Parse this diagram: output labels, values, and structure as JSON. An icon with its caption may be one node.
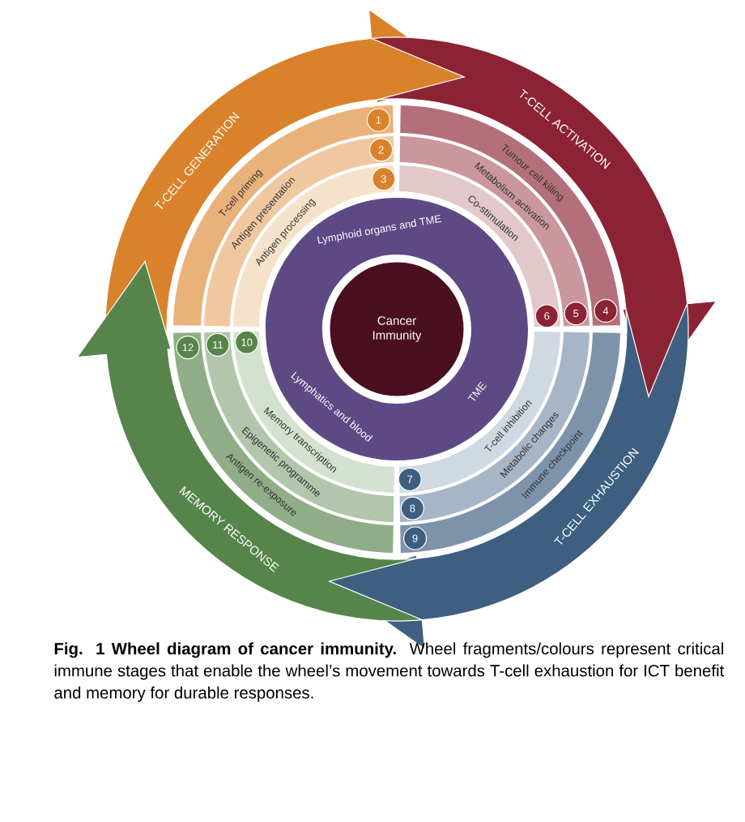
{
  "diagram": {
    "caption": "**Fig. 1  Wheel diagram of cancer immunity.** Wheel fragments/colours represent critical immune stages that enable the wheel’s movement towards T-cell exhaustion for ICT benefit and memory for durable responses.",
    "nodes": [
      {
        "text": [
          "Lymphoid organs and TME",
          "Lymphatics and blood",
          "TME"
        ]
      },
      {
        "text": [
          "Cancer Immunity"
        ],
        "in": 0
      },
      {
        "text": [
          "T-CELL GENERATION"
        ]
      },
      {
        "text": [
          "1",
          "T-cell priming"
        ]
      },
      {
        "text": [
          "2",
          "Antigen presentation"
        ]
      },
      {
        "text": [
          "3",
          "Antigen processing"
        ]
      },
      {
        "text": [
          "T-CELL ACTIVATION"
        ]
      },
      {
        "text": [
          "4",
          "Tumour cell killing"
        ]
      },
      {
        "text": [
          "5",
          "Metabolism activation"
        ]
      },
      {
        "text": [
          "6",
          "Co-stimulation"
        ]
      },
      {
        "text": [
          "T-CELL EXHAUSTION"
        ]
      },
      {
        "text": [
          "7",
          "T-cell inhibition"
        ]
      },
      {
        "text": [
          "8",
          "Metabolic changes"
        ]
      },
      {
        "text": [
          "9",
          "Immune checkpoint"
        ]
      },
      {
        "text": [
          "MEMORY RESPONSE"
        ]
      },
      {
        "text": [
          "12",
          "Antigen re-exposure"
        ]
      },
      {
        "text": [
          "11",
          "Epigenetic programme"
        ]
      },
      {
        "text": [
          "10",
          "Memory transcription"
        ]
      }
    ]
  }
}
